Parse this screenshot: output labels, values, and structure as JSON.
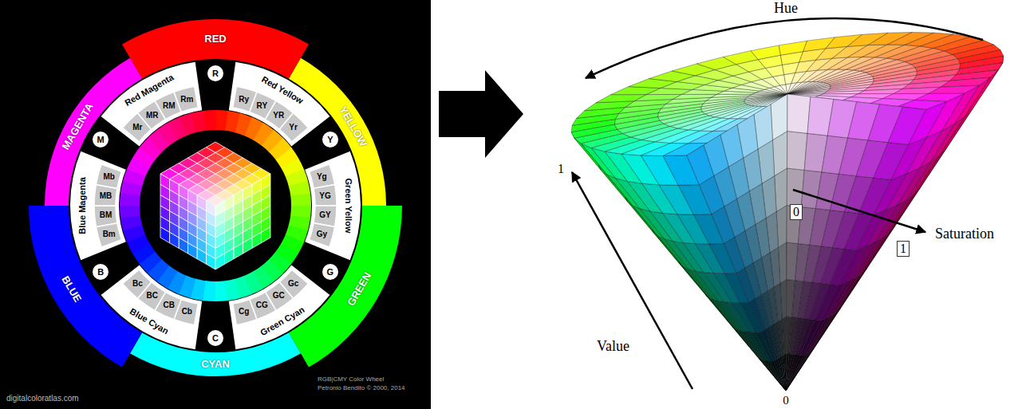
{
  "diagram": {
    "nodes": [
      {
        "text": [
          "RED"
        ]
      },
      {
        "text": [
          "YELLOW"
        ]
      },
      {
        "text": [
          "GREEN"
        ]
      },
      {
        "text": [
          "CYAN"
        ]
      },
      {
        "text": [
          "BLUE"
        ]
      },
      {
        "text": [
          "MAGENTA"
        ]
      },
      {
        "text": [
          "Red Yellow"
        ]
      },
      {
        "text": [
          "Ry"
        ],
        "in": 6
      },
      {
        "text": [
          "RY"
        ],
        "in": 6
      },
      {
        "text": [
          "YR"
        ],
        "in": 6
      },
      {
        "text": [
          "Yr"
        ],
        "in": 6
      },
      {
        "text": [
          "Green Yellow"
        ]
      },
      {
        "text": [
          "Yg"
        ],
        "in": 11
      },
      {
        "text": [
          "YG"
        ],
        "in": 11
      },
      {
        "text": [
          "GY"
        ],
        "in": 11
      },
      {
        "text": [
          "Gy"
        ],
        "in": 11
      },
      {
        "text": [
          "Green Cyan"
        ]
      },
      {
        "text": [
          "Gc"
        ],
        "in": 16
      },
      {
        "text": [
          "GC"
        ],
        "in": 16
      },
      {
        "text": [
          "CG"
        ],
        "in": 16
      },
      {
        "text": [
          "Cg"
        ],
        "in": 16
      },
      {
        "text": [
          "Blue Cyan"
        ]
      },
      {
        "text": [
          "Cb"
        ],
        "in": 21
      },
      {
        "text": [
          "CB"
        ],
        "in": 21
      },
      {
        "text": [
          "BC"
        ],
        "in": 21
      },
      {
        "text": [
          "Bc"
        ],
        "in": 21
      },
      {
        "text": [
          "Blue Magenta"
        ]
      },
      {
        "text": [
          "Bm"
        ],
        "in": 26
      },
      {
        "text": [
          "BM"
        ],
        "in": 26
      },
      {
        "text": [
          "MB"
        ],
        "in": 26
      },
      {
        "text": [
          "Mb"
        ],
        "in": 26
      },
      {
        "text": [
          "Red Magenta"
        ]
      },
      {
        "text": [
          "Mr"
        ],
        "in": 31
      },
      {
        "text": [
          "MR"
        ],
        "in": 31
      },
      {
        "text": [
          "RM"
        ],
        "in": 31
      },
      {
        "text": [
          "Rm"
        ],
        "in": 31
      },
      {
        "text": [
          "R"
        ]
      },
      {
        "text": [
          "Y"
        ]
      },
      {
        "text": [
          "G"
        ]
      },
      {
        "text": [
          "C"
        ]
      },
      {
        "text": [
          "B"
        ]
      },
      {
        "text": [
          "M"
        ]
      },
      {
        "text": [
          "0"
        ]
      },
      {
        "text": [
          "1"
        ]
      }
    ],
    "labels": [
      "Hue",
      "Value",
      "Saturation",
      "1",
      "0",
      "digitalcoloratlas.com",
      "RGB|CMY Color Wheel",
      "Petronio Bendito © 2000, 2014"
    ]
  }
}
